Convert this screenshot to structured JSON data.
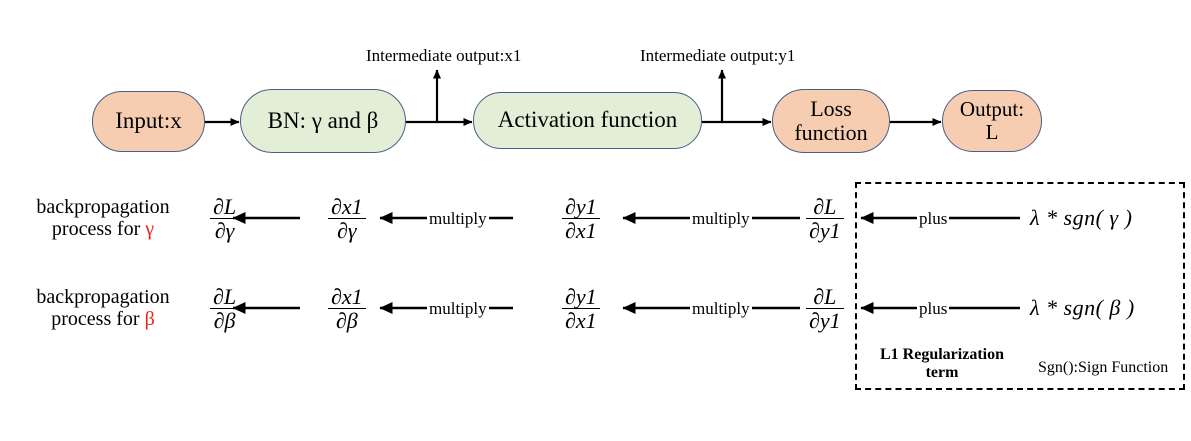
{
  "diagram": {
    "title_nodes": {
      "input": "Input:x",
      "bn": "BN: γ and β",
      "activation": "Activation function",
      "loss_line1": "Loss",
      "loss_line2": "function",
      "output_line1": "Output:",
      "output_line2": "L"
    },
    "intermediate_labels": {
      "x1": "Intermediate output:x1",
      "y1": "Intermediate output:y1"
    },
    "colors": {
      "peach": "#f6cdb0",
      "green": "#e2eed6",
      "node_border": "#4a5d8a",
      "greek_highlight": "#e8241b",
      "line": "#000000"
    },
    "rows": [
      {
        "label_line1": "backpropagation",
        "label_line2_prefix": "process for ",
        "label_line2_symbol": "γ",
        "frac1": {
          "num": "∂L",
          "den": "∂γ"
        },
        "frac2": {
          "num": "∂x1",
          "den": "∂γ"
        },
        "edge1": "multiply",
        "frac3": {
          "num": "∂y1",
          "den": "∂x1"
        },
        "edge2": "multiply",
        "frac4": {
          "num": "∂L",
          "den": "∂y1"
        },
        "edge3": "plus",
        "expr": "λ * sgn( γ )"
      },
      {
        "label_line1": "backpropagation",
        "label_line2_prefix": "process for ",
        "label_line2_symbol": "β",
        "frac1": {
          "num": "∂L",
          "den": "∂β"
        },
        "frac2": {
          "num": "∂x1",
          "den": "∂β"
        },
        "edge1": "multiply",
        "frac3": {
          "num": "∂y1",
          "den": "∂x1"
        },
        "edge2": "multiply",
        "frac4": {
          "num": "∂L",
          "den": "∂y1"
        },
        "edge3": "plus",
        "expr": "λ * sgn( β )"
      }
    ],
    "regularization_box": {
      "caption_line1": "L1 Regularization",
      "caption_line2": "term",
      "legend": "Sgn():Sign Function"
    }
  }
}
